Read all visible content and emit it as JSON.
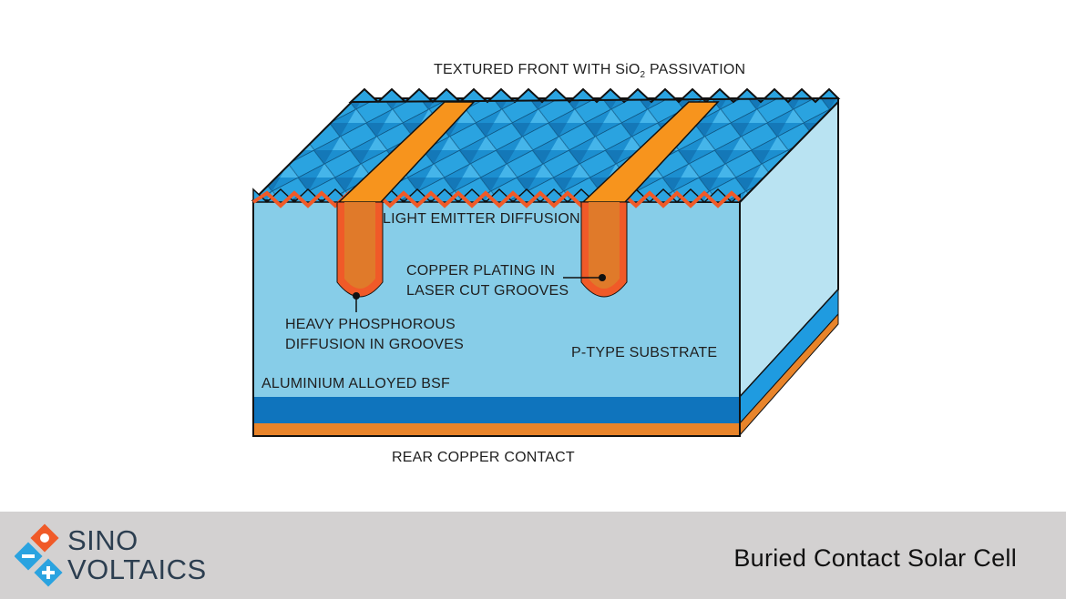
{
  "labels": {
    "textured_front_prefix": "TEXTURED FRONT WITH SiO",
    "textured_front_sub": "2",
    "textured_front_suffix": " PASSIVATION",
    "light_emitter": "LIGHT EMITTER DIFFUSION",
    "copper_plating_1": "COPPER PLATING IN",
    "copper_plating_2": "LASER CUT GROOVES",
    "heavy_phos_1": "HEAVY PHOSPHOROUS",
    "heavy_phos_2": "DIFFUSION IN GROOVES",
    "p_type": "P-TYPE SUBSTRATE",
    "aluminium_bsf": "ALUMINIUM ALLOYED BSF",
    "rear_contact": "REAR COPPER CONTACT"
  },
  "footer": {
    "logo_line1": "SINO",
    "logo_line2": "VOLTAICS",
    "title": "Buried Contact Solar Cell"
  },
  "colors": {
    "substrate": "#87cde8",
    "side_face": "#b9e3f2",
    "texture": "#2aa3e0",
    "texture_dark": "#1478b8",
    "emitter": "#f05a28",
    "copper": "#e07a2a",
    "copper_top": "#f7941d",
    "bsf": "#0f74bd",
    "rear": "#e8842a",
    "footer_bg": "#d3d1d1"
  }
}
